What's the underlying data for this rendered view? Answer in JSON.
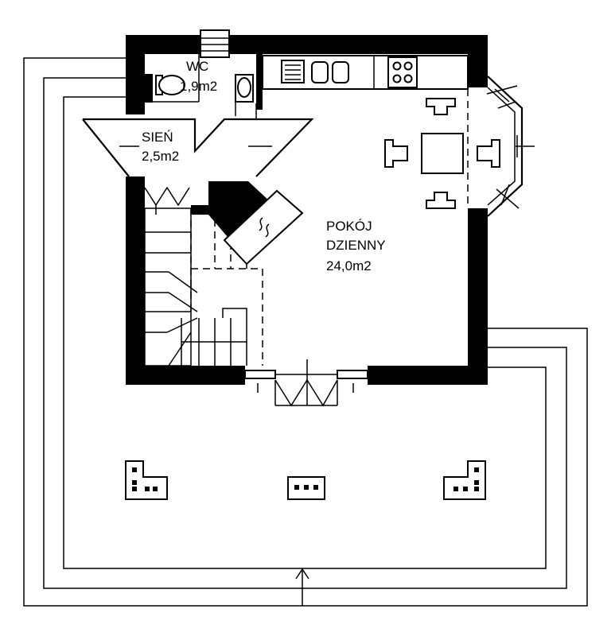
{
  "rooms": [
    {
      "name": "WC",
      "area": "1,9m2"
    },
    {
      "name": "SIEŃ",
      "area": "2,5m2"
    },
    {
      "name": "POKÓJ",
      "name2": "DZIENNY",
      "area": "24,0m2"
    }
  ]
}
